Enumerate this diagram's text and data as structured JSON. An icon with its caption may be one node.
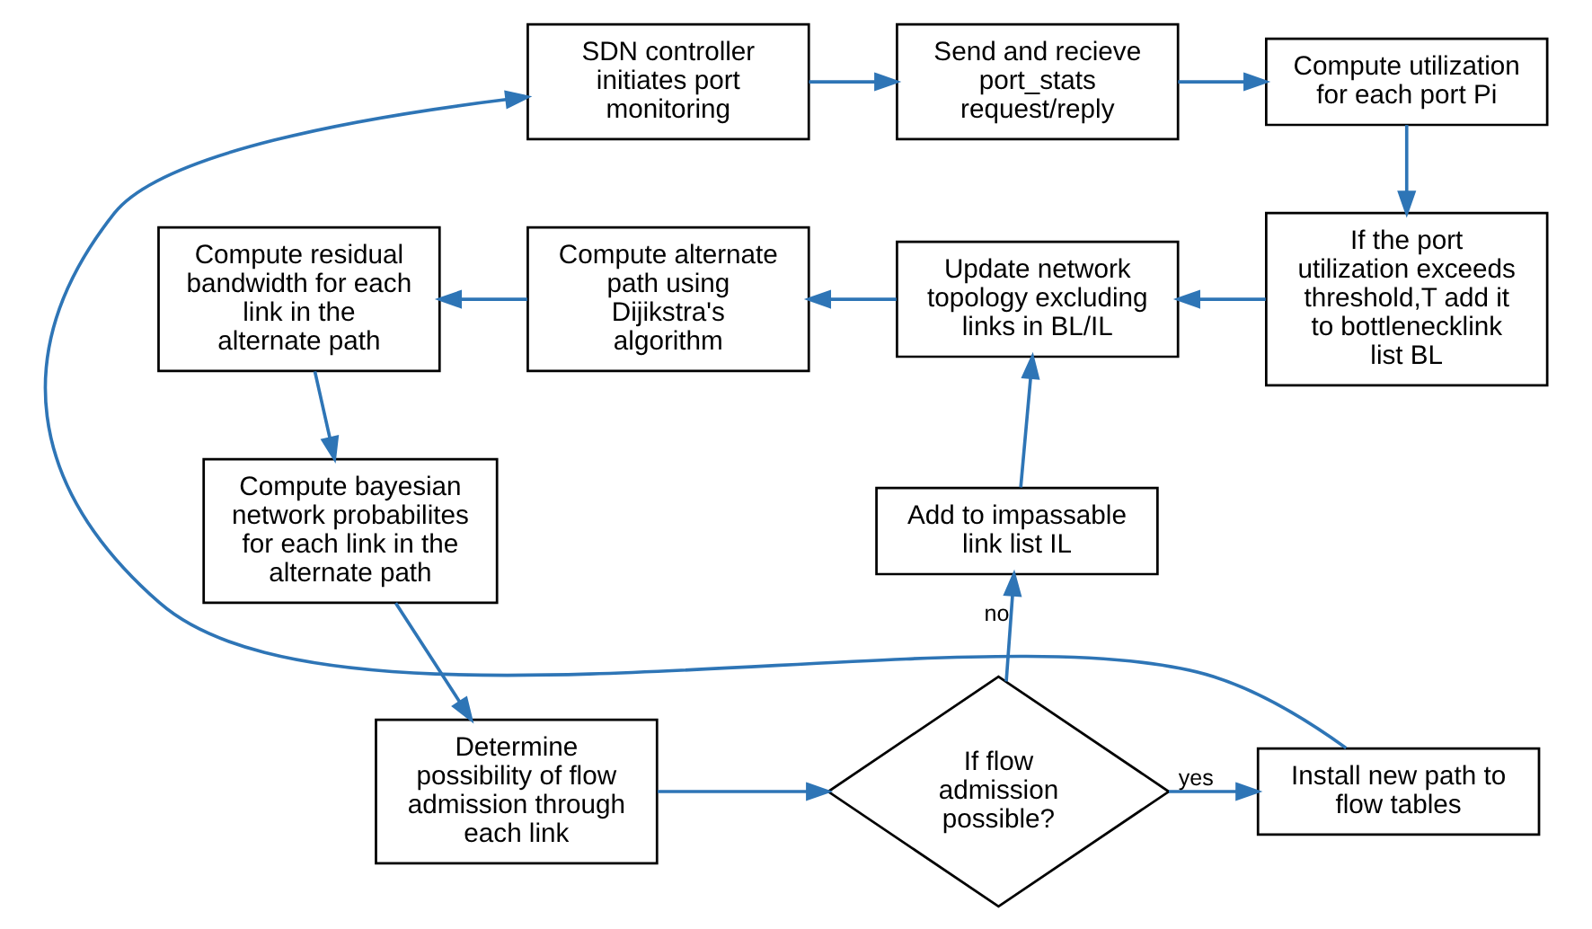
{
  "diagram": {
    "nodes": [
      {
        "text": [
          "SDN controller initiates port monitoring"
        ]
      },
      {
        "text": [
          "Send and recieve port_stats request/reply"
        ]
      },
      {
        "text": [
          "Compute utilization for each port Pi"
        ]
      },
      {
        "text": [
          "If the port utilization exceeds threshold,T add it to bottlenecklink list BL"
        ]
      },
      {
        "text": [
          "Update network topology excluding links in BL/IL"
        ]
      },
      {
        "text": [
          "Compute alternate path using Dijikstra's algorithm"
        ]
      },
      {
        "text": [
          "Compute residual bandwidth for each link in the alternate path"
        ]
      },
      {
        "text": [
          "Compute bayesian network probabilites for each link in the alternate path"
        ]
      },
      {
        "text": [
          "Determine possibility of flow admission through each link"
        ]
      },
      {
        "text": [
          "If flow admission possible?"
        ]
      },
      {
        "text": [
          "Add to impassable link list IL"
        ]
      },
      {
        "text": [
          "Install new path to flow tables"
        ]
      }
    ],
    "edges": [
      {
        "from": 0,
        "to": 1,
        "arrow": "to"
      },
      {
        "from": 1,
        "to": 2,
        "arrow": "to"
      },
      {
        "from": 2,
        "to": 3,
        "arrow": "to"
      },
      {
        "from": 3,
        "to": 4,
        "arrow": "to"
      },
      {
        "from": 4,
        "to": 5,
        "arrow": "to"
      },
      {
        "from": 5,
        "to": 6,
        "arrow": "to"
      },
      {
        "from": 6,
        "to": 7,
        "arrow": "to"
      },
      {
        "from": 7,
        "to": 8,
        "arrow": "to"
      },
      {
        "from": 8,
        "to": 9,
        "arrow": "to"
      },
      {
        "from": 9,
        "to": 10,
        "arrow": "to",
        "label": "no"
      },
      {
        "from": 10,
        "to": 4,
        "arrow": "to"
      },
      {
        "from": 9,
        "to": 11,
        "arrow": "to",
        "label": "yes"
      },
      {
        "from": 11,
        "to": 0,
        "arrow": "to"
      }
    ]
  }
}
